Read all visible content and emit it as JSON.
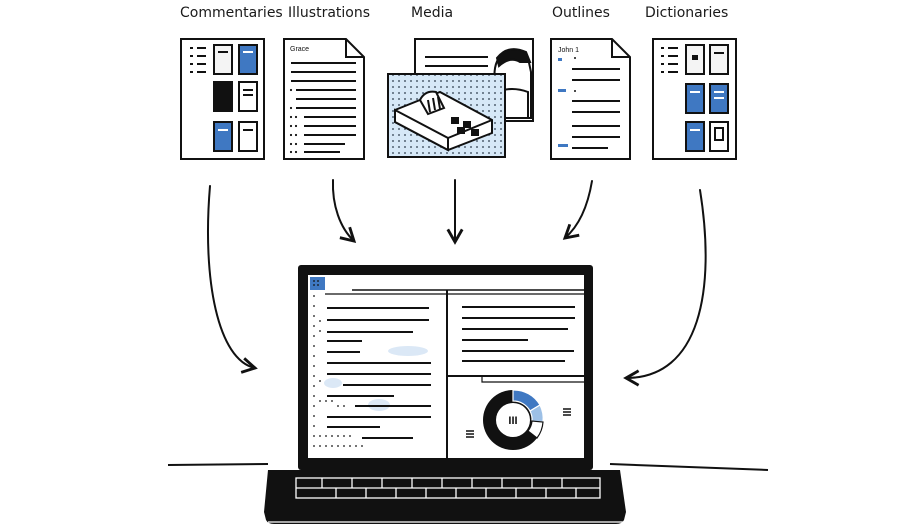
{
  "labels": {
    "commentaries": "Commentaries",
    "illustrations": "Illustrations",
    "media": "Media",
    "outlines": "Outlines",
    "dictionaries": "Dictionaries"
  },
  "doc_titles": {
    "illustrations": "Grace",
    "outlines": "John 1"
  },
  "donut_center": "III",
  "colors": {
    "ink": "#111111",
    "accent": "#3f78c2",
    "accent_light": "#9dc0e6",
    "highlight": "#dbe8f6",
    "dots_bg": "#d6e8f7"
  }
}
